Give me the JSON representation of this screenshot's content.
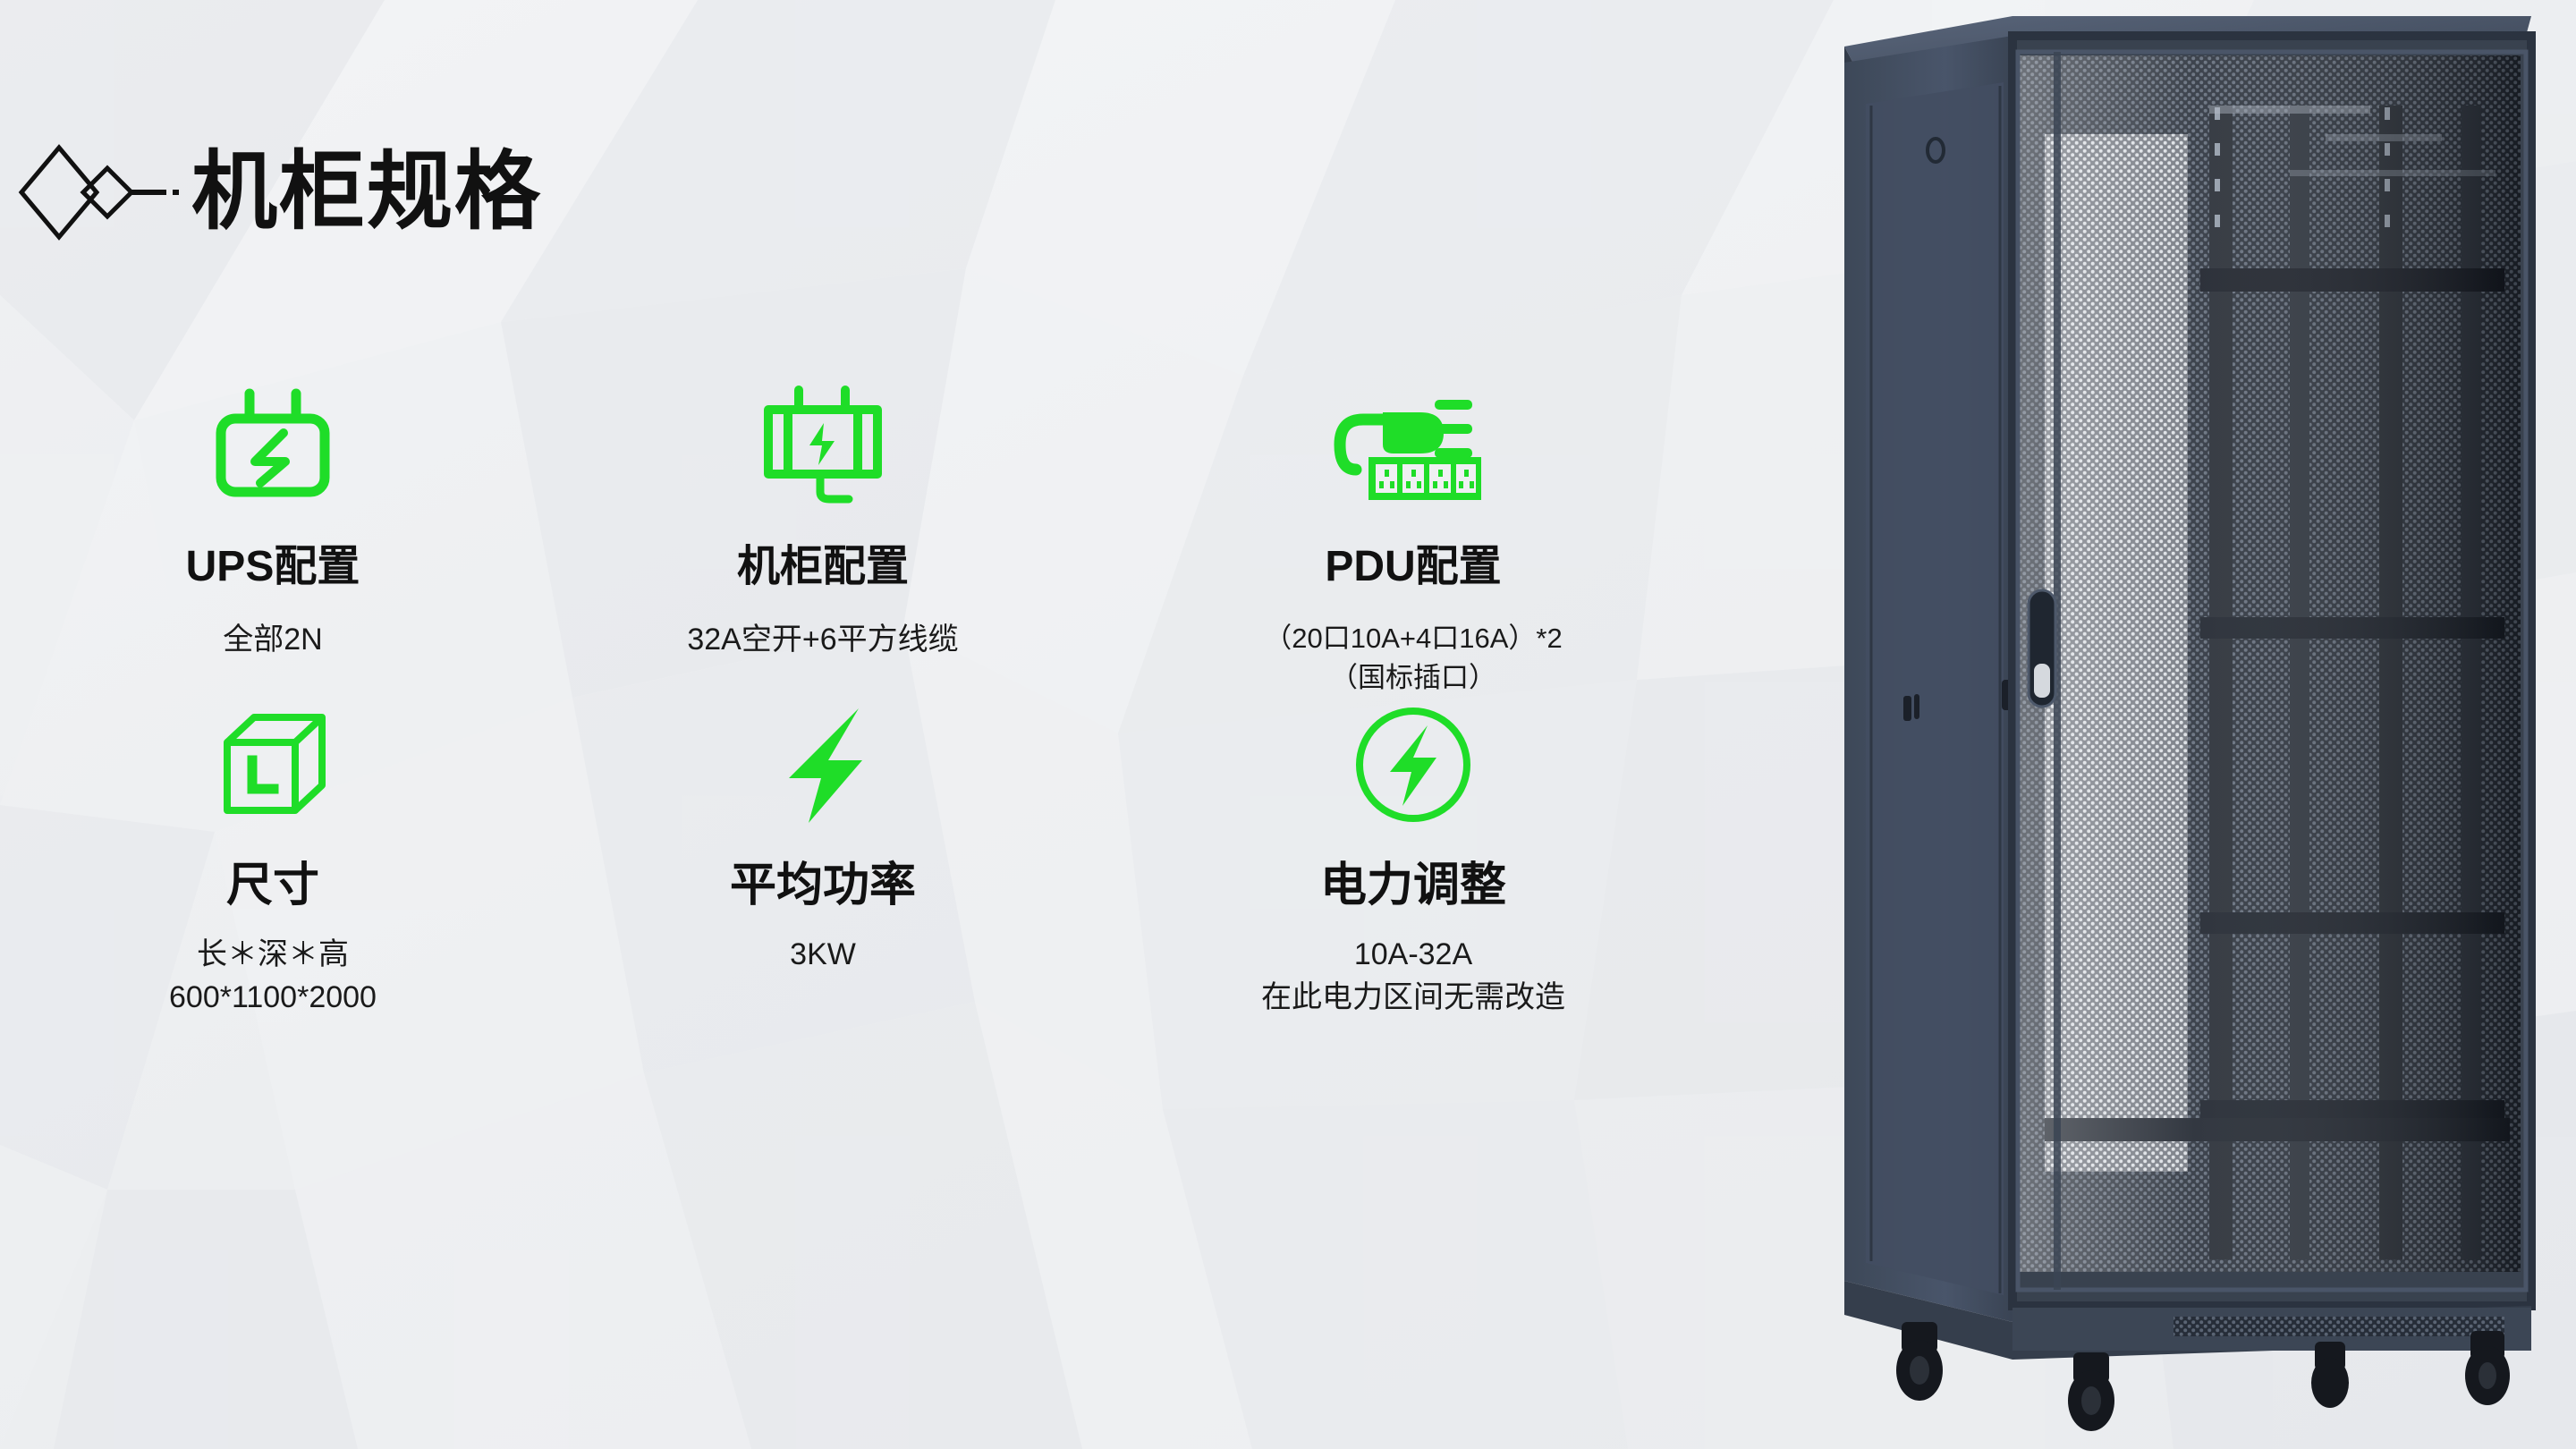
{
  "page": {
    "title": "机柜规格",
    "title_icon": "diamond-bullet-icon",
    "accent_green": "#1fdd28",
    "text_color": "#111111",
    "background": "#eff0f2"
  },
  "features": [
    {
      "id": "ups",
      "icon": "ups-battery-icon",
      "title": "UPS配置",
      "desc_lines": [
        "全部2N"
      ]
    },
    {
      "id": "cabinet",
      "icon": "rack-cabinet-icon",
      "title": "机柜配置",
      "desc_lines": [
        "32A空开+6平方线缆"
      ]
    },
    {
      "id": "pdu",
      "icon": "power-strip-plug-icon",
      "title": "PDU配置",
      "desc_lines": [
        "（20口10A+4口16A）*2",
        "（国标插口）"
      ]
    },
    {
      "id": "dimension",
      "icon": "cube-l-icon",
      "title": "尺寸",
      "desc_lines": [
        "长＊深＊高",
        "600*1100*2000"
      ]
    },
    {
      "id": "power",
      "icon": "lightning-bolt-icon",
      "title": "平均功率",
      "desc_lines": [
        "3KW"
      ]
    },
    {
      "id": "power-adjust",
      "icon": "lightning-bolt-circle-icon",
      "title": "电力调整",
      "desc_lines": [
        "10A-32A",
        "在此电力区间无需改造"
      ]
    }
  ],
  "photo": {
    "name": "server-cabinet-photo",
    "body_color": "#424d5e",
    "mesh_color": "#8f9aa6",
    "caster_color": "#1a1a1c"
  }
}
